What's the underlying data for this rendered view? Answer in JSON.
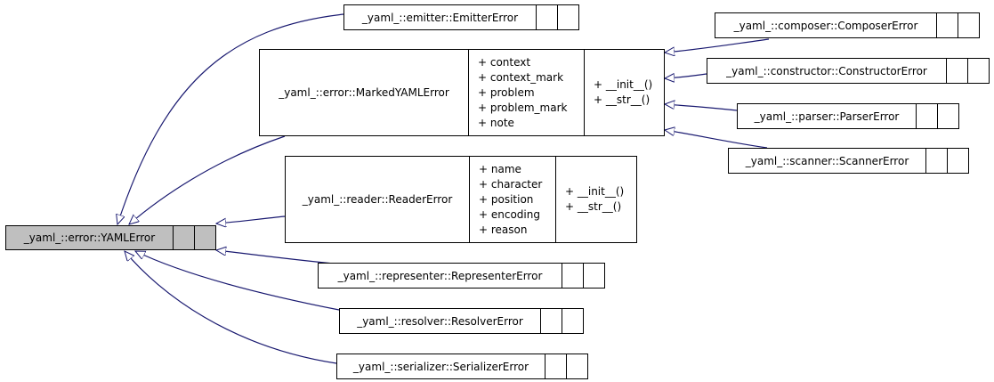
{
  "diagram": {
    "root": {
      "name": "_yaml_::error::YAMLError"
    },
    "classes": {
      "emitter_error": {
        "name": "_yaml_::emitter::EmitterError"
      },
      "marked_yaml_error": {
        "name": "_yaml_::error::MarkedYAMLError",
        "attributes": [
          "+ context",
          "+ context_mark",
          "+ problem",
          "+ problem_mark",
          "+ note"
        ],
        "methods": [
          "+ __init__()",
          "+ __str__()"
        ]
      },
      "reader_error": {
        "name": "_yaml_::reader::ReaderError",
        "attributes": [
          "+ name",
          "+ character",
          "+ position",
          "+ encoding",
          "+ reason"
        ],
        "methods": [
          "+ __init__()",
          "+ __str__()"
        ]
      },
      "representer_error": {
        "name": "_yaml_::representer::RepresenterError"
      },
      "resolver_error": {
        "name": "_yaml_::resolver::ResolverError"
      },
      "serializer_error": {
        "name": "_yaml_::serializer::SerializerError"
      },
      "composer_error": {
        "name": "_yaml_::composer::ComposerError"
      },
      "constructor_error": {
        "name": "_yaml_::constructor::ConstructorError"
      },
      "parser_error": {
        "name": "_yaml_::parser::ParserError"
      },
      "scanner_error": {
        "name": "_yaml_::scanner::ScannerError"
      }
    },
    "colors": {
      "edge": "#191970",
      "root_fill": "#bfbfbf",
      "node_border": "#000000"
    }
  }
}
